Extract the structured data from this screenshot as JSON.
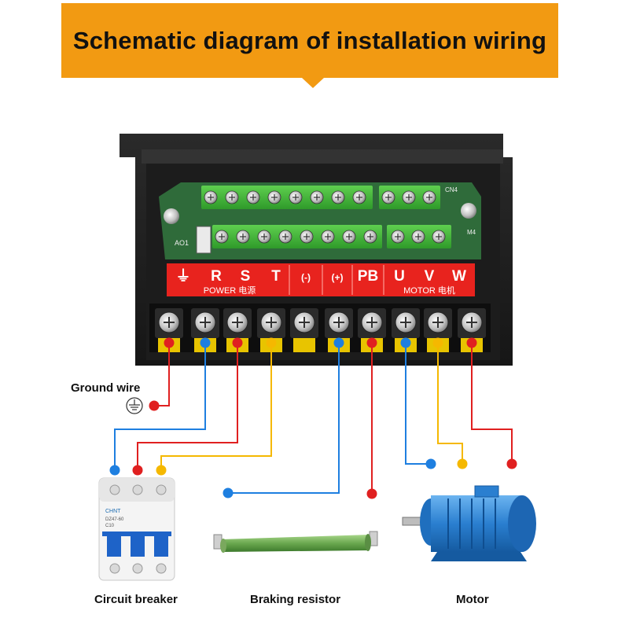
{
  "header": {
    "title": "Schematic diagram of installation wiring"
  },
  "board": {
    "ao_label": "AO1",
    "cn_label": "CN4",
    "m_label": "M4",
    "terminals": [
      {
        "letter": "⏚",
        "color_hex": "#e02020"
      },
      {
        "letter": "R",
        "color_hex": "#1e7fe0"
      },
      {
        "letter": "S",
        "color_hex": "#e02020"
      },
      {
        "letter": "T",
        "color_hex": "#f5b800"
      },
      {
        "letter": "(-)",
        "color_hex": ""
      },
      {
        "letter": "(+)",
        "color_hex": "#1e7fe0"
      },
      {
        "letter": "PB",
        "color_hex": "#e02020"
      },
      {
        "letter": "U",
        "color_hex": "#1e7fe0"
      },
      {
        "letter": "V",
        "color_hex": "#f5b800"
      },
      {
        "letter": "W",
        "color_hex": "#e02020"
      }
    ],
    "power_label": "POWER 电源",
    "motor_label": "MOTOR 电机"
  },
  "labels": {
    "ground": "Ground wire",
    "breaker": "Circuit breaker",
    "resistor": "Braking resistor",
    "motor": "Motor"
  },
  "breaker_text": {
    "brand": "CHNT",
    "model": "DZ47-60",
    "rating": "C10"
  },
  "colors": {
    "red": "#e02020",
    "blue": "#1e7fe0",
    "yellow": "#f5b800",
    "banner": "#f29a12",
    "terminal_red": "#e8231e"
  }
}
